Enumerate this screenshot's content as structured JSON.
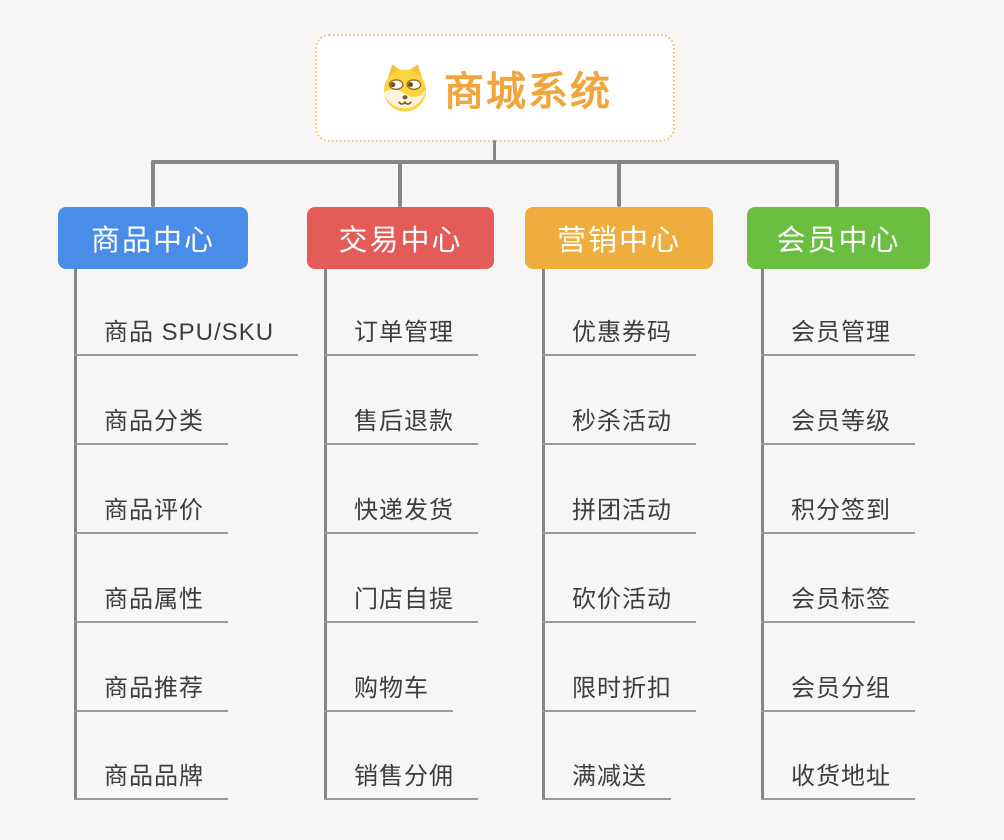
{
  "root": {
    "title": "商城系统",
    "icon": "dog-face-icon"
  },
  "branches": [
    {
      "label": "商品中心",
      "color": "#4A8DE8",
      "items": [
        "商品 SPU/SKU",
        "商品分类",
        "商品评价",
        "商品属性",
        "商品推荐",
        "商品品牌"
      ]
    },
    {
      "label": "交易中心",
      "color": "#E45B57",
      "items": [
        "订单管理",
        "售后退款",
        "快递发货",
        "门店自提",
        "购物车",
        "销售分佣"
      ]
    },
    {
      "label": "营销中心",
      "color": "#EFAD3E",
      "items": [
        "优惠券码",
        "秒杀活动",
        "拼团活动",
        "砍价活动",
        "限时折扣",
        "满减送"
      ]
    },
    {
      "label": "会员中心",
      "color": "#6CBE40",
      "items": [
        "会员管理",
        "会员等级",
        "积分签到",
        "会员标签",
        "会员分组",
        "收货地址"
      ]
    }
  ],
  "colors": {
    "background": "#F7F6F5",
    "connector": "#868686",
    "underline": "#9A9A9A",
    "item_text": "#3D3D40",
    "root_title": "#F0A63C",
    "root_border": "#F5C984"
  }
}
